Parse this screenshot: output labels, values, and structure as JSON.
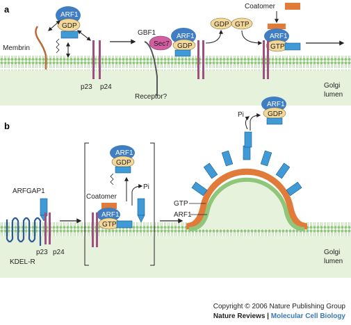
{
  "panels": {
    "a": "a",
    "b": "b"
  },
  "labels": {
    "membrin": "Membrin",
    "p23": "p23",
    "p24": "p24",
    "gbf1": "GBF1",
    "sec7": "Sec7",
    "receptor": "Receptor?",
    "coatomer": "Coatomer",
    "gdp": "GDP",
    "gtp": "GTP",
    "arf1": "ARF1",
    "golgi": "Golgi",
    "lumen": "lumen",
    "arfgap1": "ARFGAP1",
    "kdelr": "KDEL-R",
    "pi": "Pi"
  },
  "footer": {
    "copyright": "Copyright © 2006 Nature Publishing Group",
    "journal": "Nature Reviews",
    "separator": " | ",
    "subjournal": "Molecular Cell Biology"
  },
  "colors": {
    "arf1": "#3f7ec2",
    "gdp_gtp": "#f4d89a",
    "rect_blue": "#3f9ad6",
    "coatomer": "#e07b3a",
    "sec7": "#d35fa0",
    "membrane_green": "#c9e3b3",
    "lumen_green": "#e7f2dc"
  }
}
